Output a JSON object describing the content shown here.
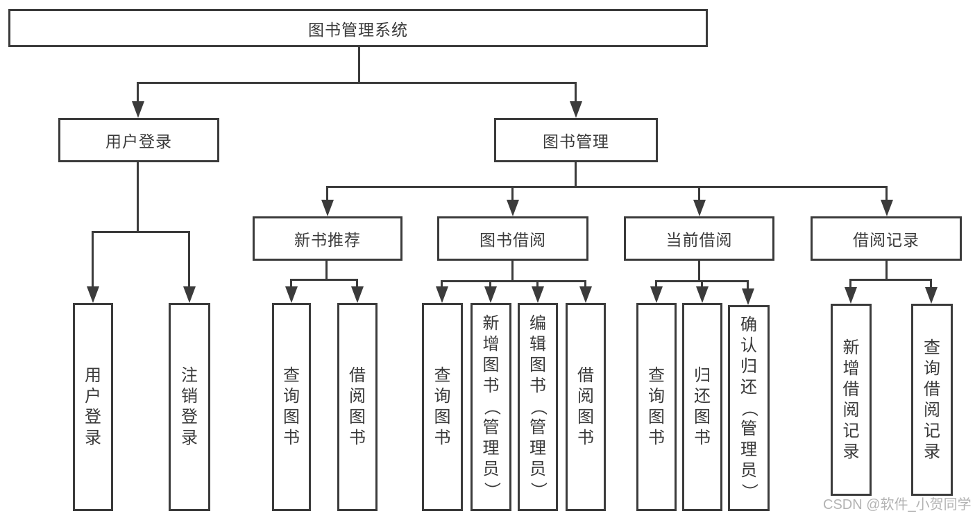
{
  "diagram_title": "图书管理系统",
  "nodes": {
    "root": {
      "label": "图书管理系统"
    },
    "user_login": {
      "label": "用户登录"
    },
    "book_management": {
      "label": "图书管理"
    },
    "new_book_recommend": {
      "label": "新书推荐"
    },
    "book_borrow": {
      "label": "图书借阅"
    },
    "current_borrow": {
      "label": "当前借阅"
    },
    "borrow_record": {
      "label": "借阅记录"
    },
    "leaf_user_login": {
      "label": "用户登录"
    },
    "leaf_logout": {
      "label": "注销登录"
    },
    "nb_query_books": {
      "label": "查询图书"
    },
    "nb_borrow_books": {
      "label": "借阅图书"
    },
    "bb_query_books": {
      "label": "查询图书"
    },
    "bb_add_books": {
      "label": "新增图书（管理员）"
    },
    "bb_edit_books": {
      "label": "编辑图书（管理员）"
    },
    "bb_borrow_books": {
      "label": "借阅图书"
    },
    "cb_query_books": {
      "label": "查询图书"
    },
    "cb_return_books": {
      "label": "归还图书"
    },
    "cb_confirm_return": {
      "label": "确认归还（管理员）"
    },
    "br_add_record": {
      "label": "新增借阅记录"
    },
    "br_query_record": {
      "label": "查询借阅记录"
    }
  },
  "hierarchy": {
    "root": "图书管理系统",
    "children": [
      {
        "label": "用户登录",
        "children": [
          "用户登录",
          "注销登录"
        ]
      },
      {
        "label": "图书管理",
        "children": [
          {
            "label": "新书推荐",
            "children": [
              "查询图书",
              "借阅图书"
            ]
          },
          {
            "label": "图书借阅",
            "children": [
              "查询图书",
              "新增图书（管理员）",
              "编辑图书（管理员）",
              "借阅图书"
            ]
          },
          {
            "label": "当前借阅",
            "children": [
              "查询图书",
              "归还图书",
              "确认归还（管理员）"
            ]
          },
          {
            "label": "借阅记录",
            "children": [
              "新增借阅记录",
              "查询借阅记录"
            ]
          }
        ]
      }
    ]
  },
  "watermark": {
    "text": "CSDN @软件_小贺同学"
  },
  "colors": {
    "line": "#3b3b3b",
    "text": "#3a3a3a",
    "watermark": "#b3b3b3",
    "background": "#ffffff"
  }
}
